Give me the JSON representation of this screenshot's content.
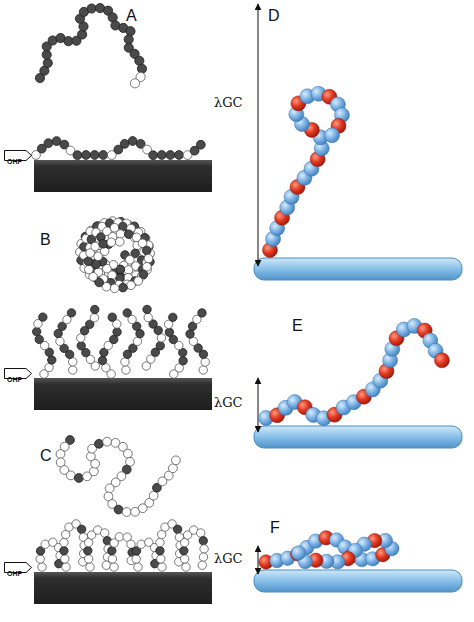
{
  "diagram": {
    "nodes": [
      {
        "text": [
          "OHP"
        ]
      },
      {
        "text": [
          "OHP"
        ]
      },
      {
        "text": [
          "OHP"
        ]
      }
    ],
    "labels": [
      "A",
      "D",
      "λGC",
      "B",
      "E",
      "λGC",
      "C",
      "F",
      "λGC"
    ]
  }
}
